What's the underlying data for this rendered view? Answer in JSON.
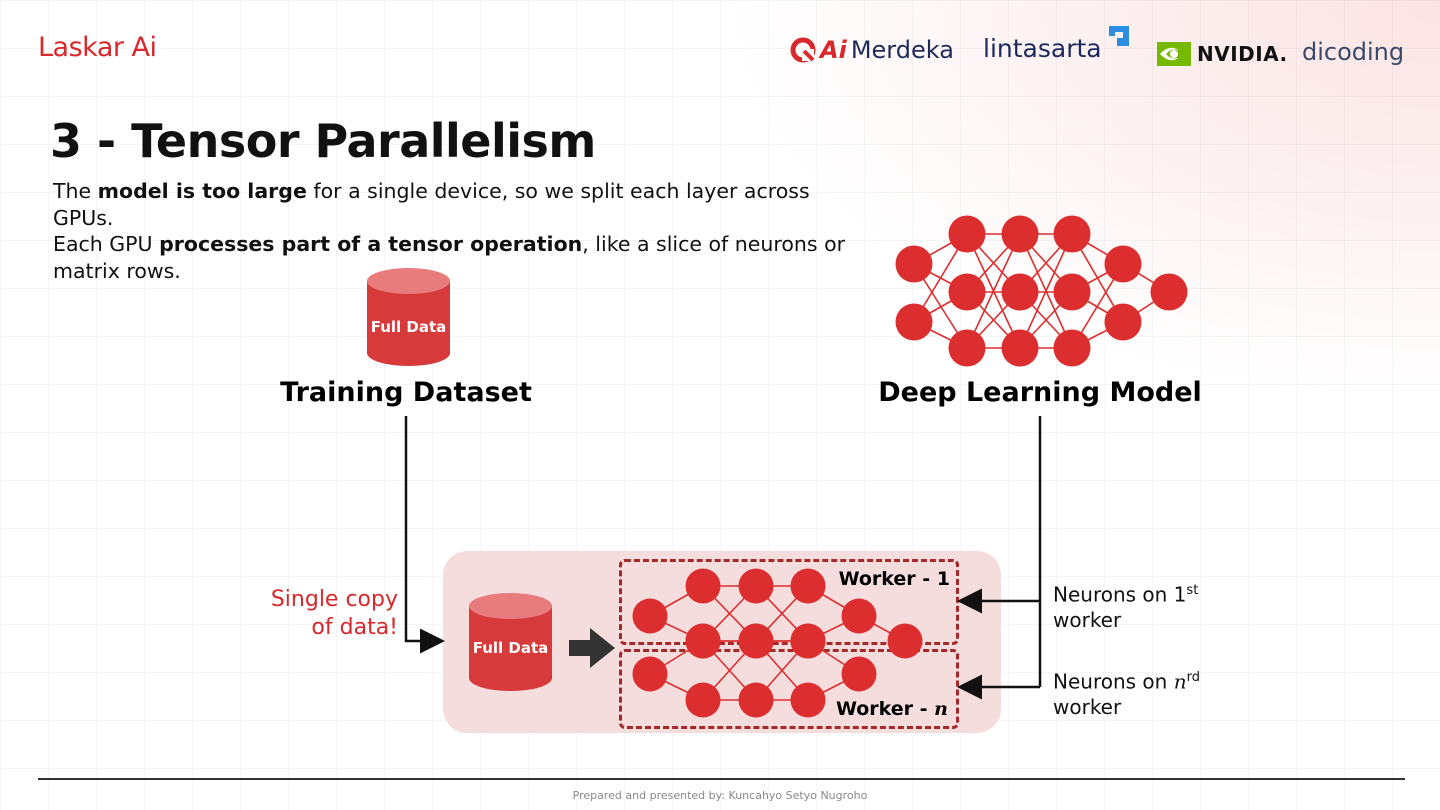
{
  "header": {
    "brand": "Laskar Ai",
    "partners": {
      "ai_merdeka_ai": "Ai",
      "ai_merdeka_rest": "Merdeka",
      "lintasarta": "lintasarta",
      "nvidia": "NVIDIA.",
      "dicoding": "dicoding"
    }
  },
  "slide": {
    "title": "3 - Tensor Parallelism",
    "description": {
      "p1_pre": "The ",
      "p1_bold": "model is too large",
      "p1_post": " for a single device, so we split each layer across GPUs.",
      "p2_pre": "Each GPU ",
      "p2_bold": "processes part of a tensor operation",
      "p2_post": ", like a slice of neurons or matrix rows."
    }
  },
  "diagram": {
    "dataset_cylinder_label": "Full Data",
    "dataset_label": "Training Dataset",
    "model_label": "Deep Learning Model",
    "single_copy_line1": "Single copy",
    "single_copy_line2": "of data!",
    "worker_cylinder_label": "Full Data",
    "worker1_label": "Worker - 1",
    "workern_label_prefix": "Worker - ",
    "workern_label_var": "n",
    "neurons1_pre": "Neurons on 1",
    "neurons1_sup": "st",
    "neurons1_post": "worker",
    "neuronsn_pre": "Neurons on ",
    "neuronsn_var": "n",
    "neuronsn_sup": "rd",
    "neuronsn_post": "worker"
  },
  "footer": {
    "credit": "Prepared and presented by: Kuncahyo Setyo Nugroho"
  },
  "colors": {
    "accent_red": "#d8282b",
    "node_red": "#dc2e2e",
    "panel_pink": "#f6dddd",
    "dashed_border": "#a5292b"
  }
}
